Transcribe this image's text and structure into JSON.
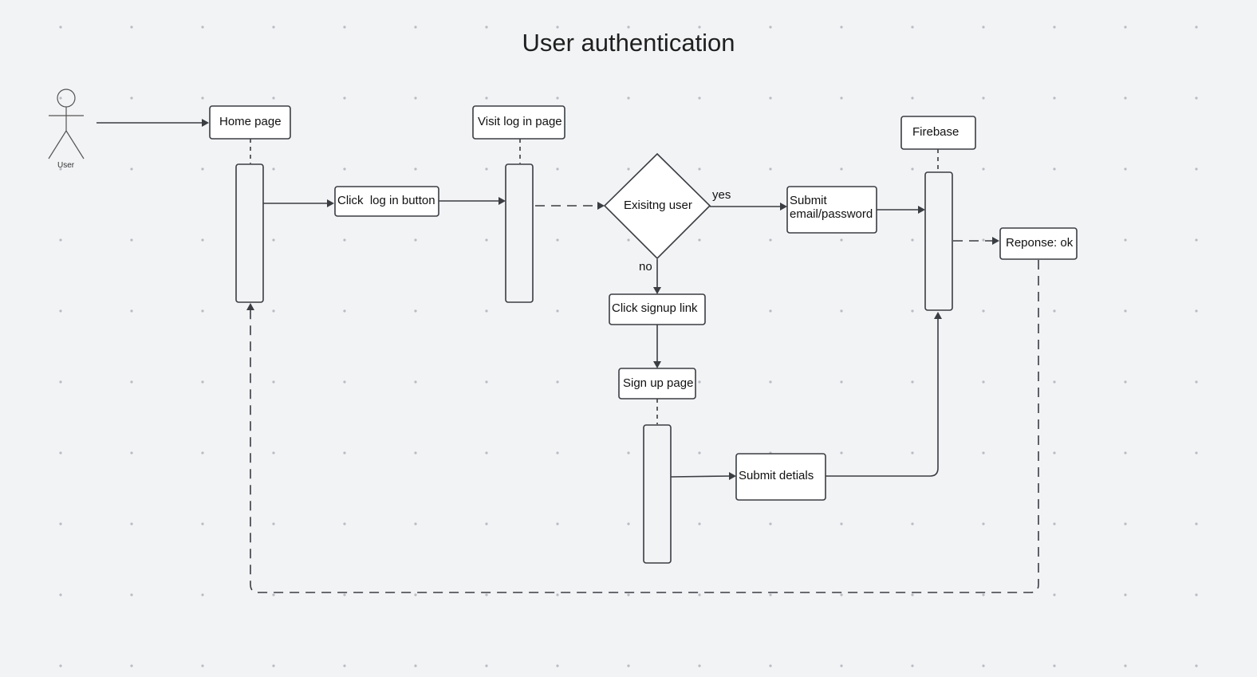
{
  "diagram": {
    "title": "User authentication",
    "actor": {
      "label": "User"
    },
    "nodes": {
      "home_page": "Home page",
      "visit_login_page": "Visit log in page",
      "firebase": "Firebase",
      "click_login_button": "Click  log in button",
      "existing_user": "Exisitng user",
      "submit_email_password_line1": "Submit",
      "submit_email_password_line2": "email/password",
      "response_ok": "Reponse: ok",
      "click_signup_link": "Click signup link",
      "sign_up_page": "Sign up page",
      "submit_details": "Submit detials"
    },
    "edge_labels": {
      "yes": "yes",
      "no": "no"
    }
  }
}
